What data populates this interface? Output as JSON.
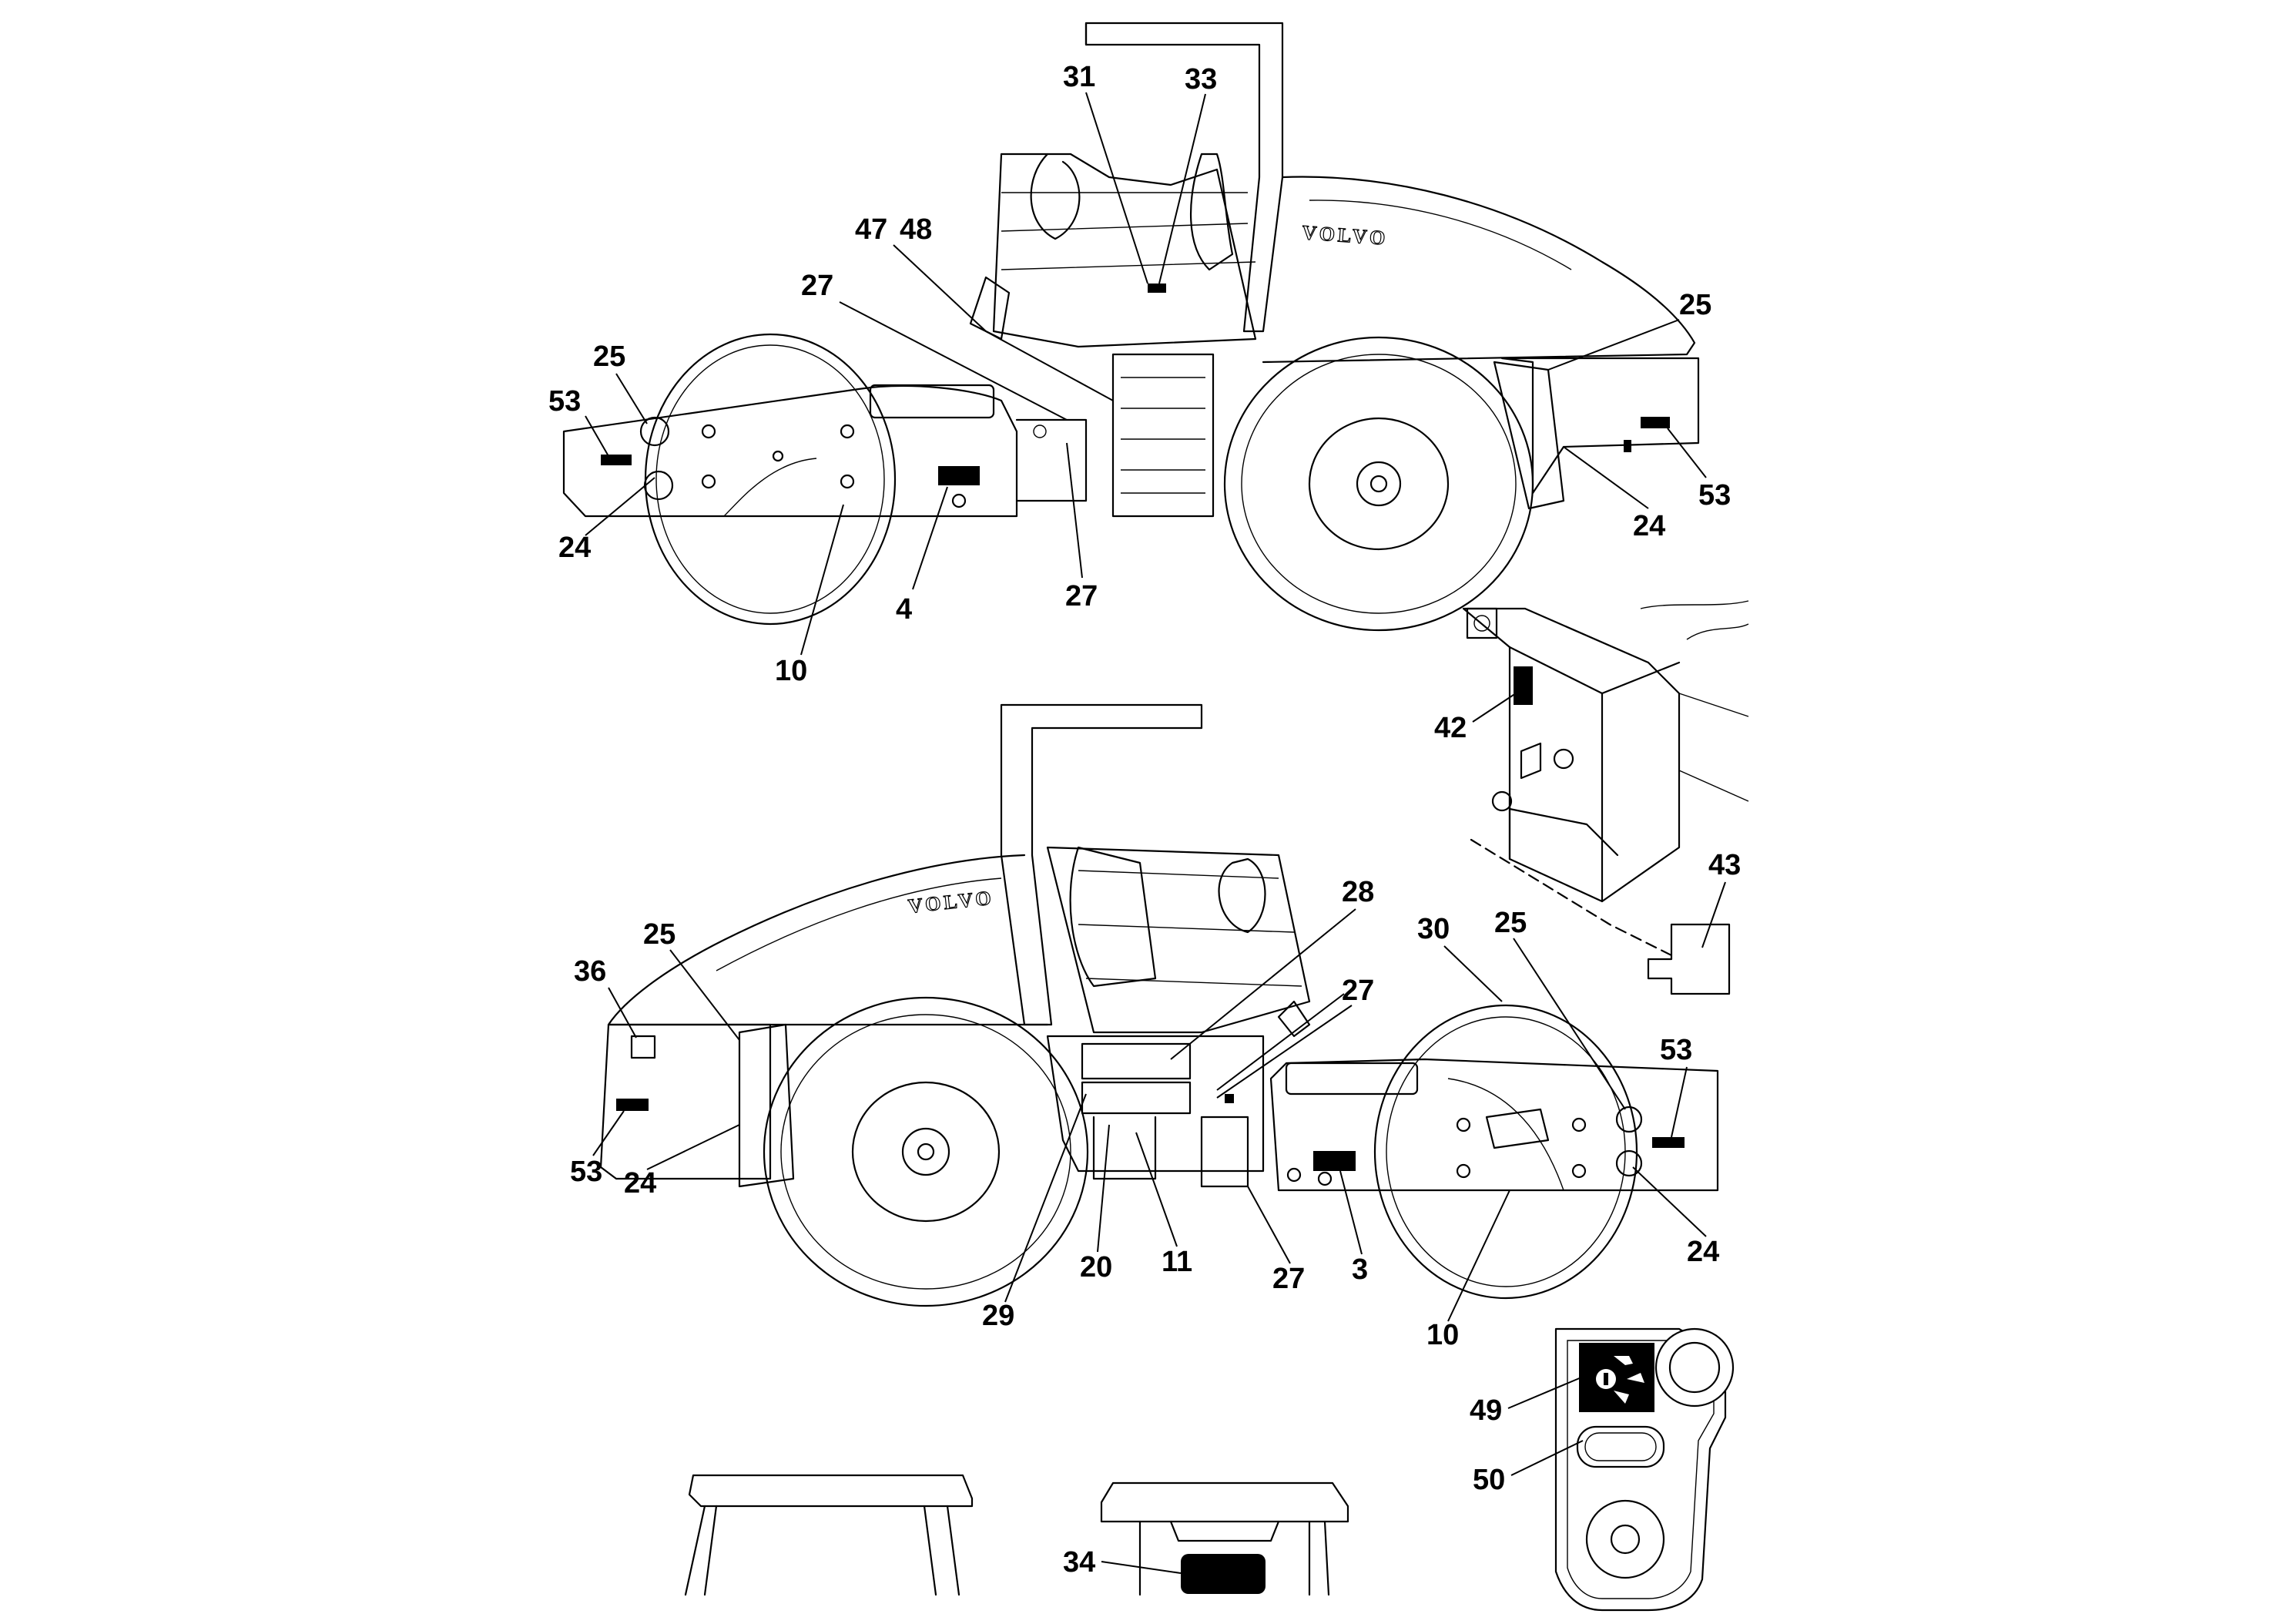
{
  "diagram": {
    "brand_text": "VOLVO",
    "views": {
      "top_view": {
        "callouts": [
          "31",
          "33",
          "47",
          "48",
          "27",
          "25",
          "53",
          "24",
          "10",
          "4",
          "27",
          "25",
          "53",
          "24"
        ]
      },
      "bottom_view": {
        "callouts": [
          "28",
          "27",
          "36",
          "25",
          "53",
          "24",
          "29",
          "20",
          "11",
          "27",
          "3",
          "30",
          "25",
          "53",
          "24",
          "10"
        ]
      },
      "detail_bracket": {
        "callouts": [
          "42",
          "43"
        ]
      },
      "detail_seat": {
        "callouts": [
          "34"
        ]
      },
      "detail_tow_eye": {
        "callouts": [
          "49",
          "50"
        ]
      }
    }
  }
}
